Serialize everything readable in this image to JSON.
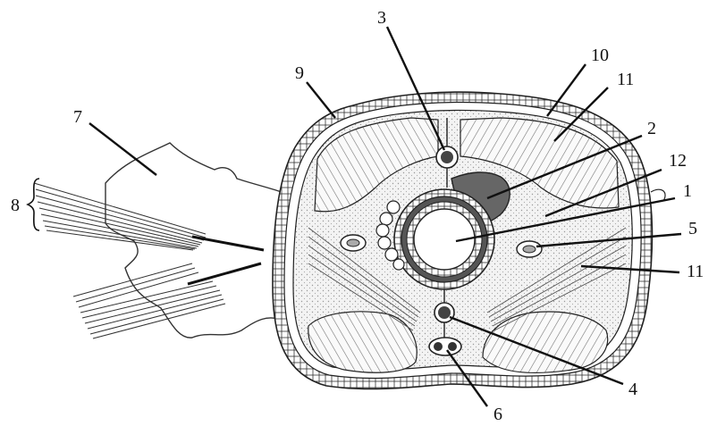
{
  "diagram": {
    "labels": {
      "n1": "1",
      "n2": "2",
      "n3": "3",
      "n4": "4",
      "n5": "5",
      "n6": "6",
      "n7": "7",
      "n8": "8",
      "n9": "9",
      "n10": "10",
      "n11a": "11",
      "n11b": "11",
      "n12": "12"
    },
    "colors": {
      "ink": "#222222",
      "muscle_fill": "#ececec",
      "gut_wall": "#555555",
      "vessel_fill": "#444444"
    }
  }
}
